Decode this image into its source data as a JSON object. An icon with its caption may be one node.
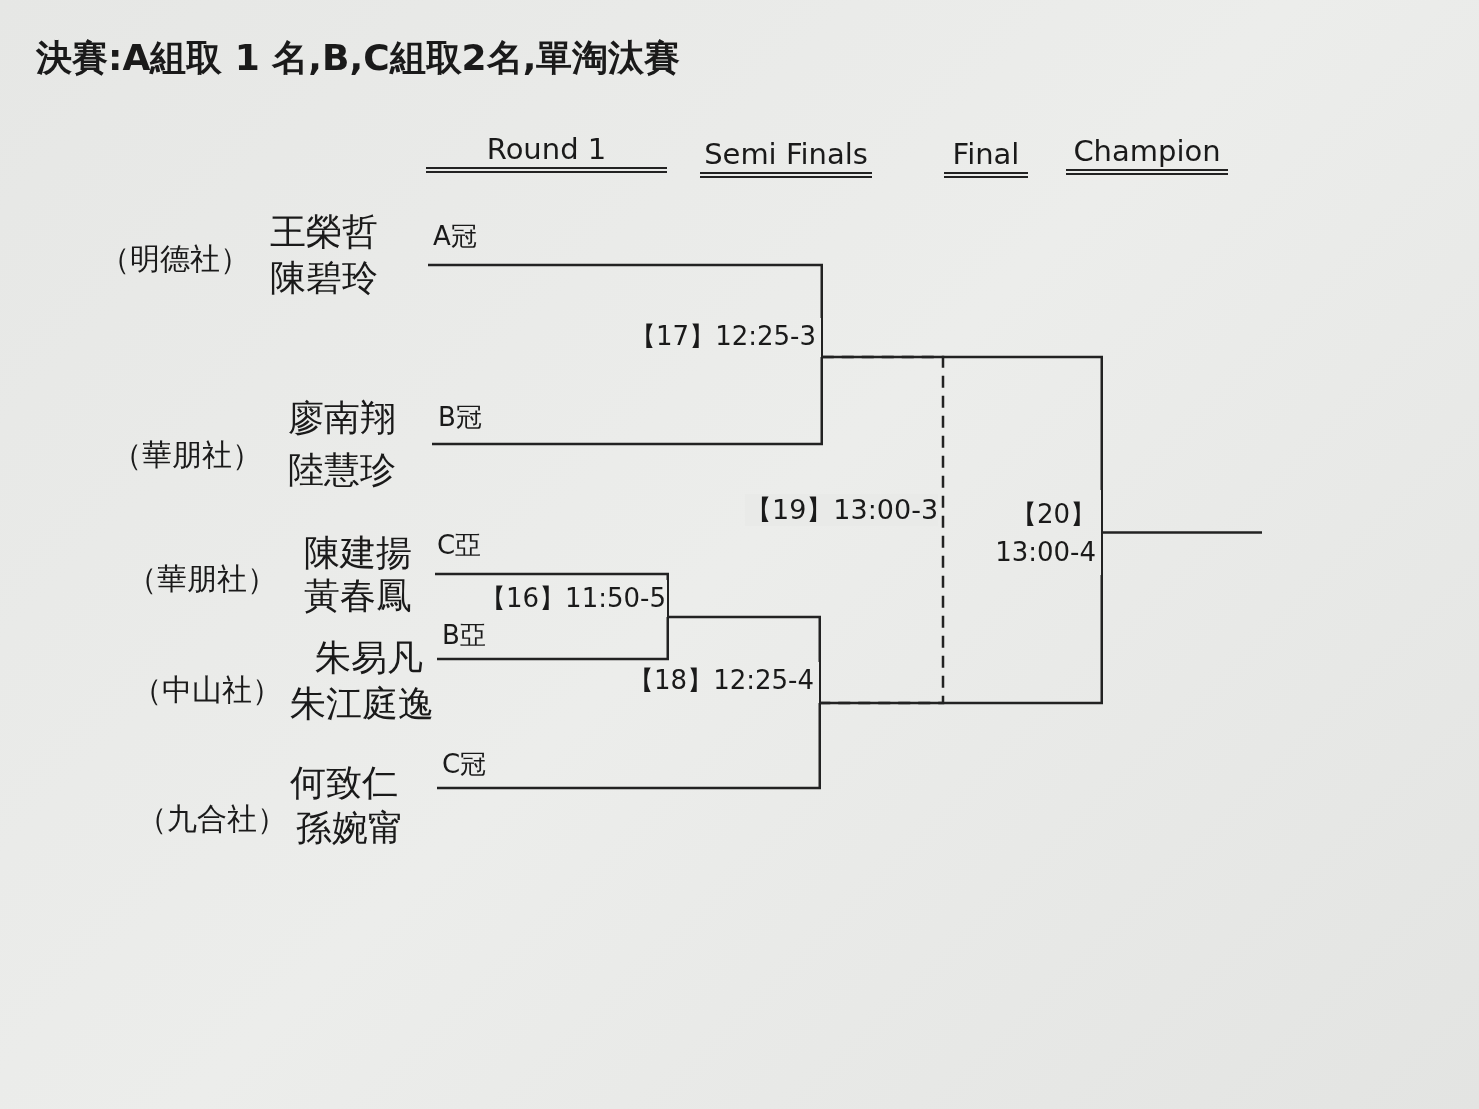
{
  "diagram": {
    "title": "決賽:A組取 1 名,B,C組取2名,單淘汰賽",
    "nodes": [
      {
        "text": [
          "（明德社）",
          "王榮哲",
          "陳碧玲"
        ],
        "beside": [
          "A冠"
        ]
      },
      {
        "text": [
          "（華朋社）",
          "廖南翔",
          "陸慧珍"
        ],
        "beside": [
          "B冠"
        ]
      },
      {
        "text": [
          "（華朋社）",
          "陳建揚",
          "黃春鳳"
        ],
        "beside": [
          "C亞"
        ]
      },
      {
        "text": [
          "（中山社）",
          "朱易凡",
          "朱江庭逸"
        ],
        "beside": [
          "B亞"
        ]
      },
      {
        "text": [
          "（九合社）",
          "何致仁",
          "孫婉甯"
        ],
        "beside": [
          "C冠"
        ]
      },
      {
        "text": [
          "【17】12:25-3"
        ]
      },
      {
        "text": [
          "【16】11:50-5"
        ]
      },
      {
        "text": [
          "【18】12:25-4"
        ]
      },
      {
        "text": [
          "【20】 13:00-4"
        ]
      }
    ],
    "edges": [
      {
        "from": 0,
        "to": 5,
        "arrow": "none"
      },
      {
        "from": 1,
        "to": 5,
        "arrow": "none"
      },
      {
        "from": 2,
        "to": 6,
        "arrow": "none"
      },
      {
        "from": 3,
        "to": 6,
        "arrow": "none"
      },
      {
        "from": 4,
        "to": 7,
        "arrow": "none"
      },
      {
        "from": 6,
        "to": 7,
        "arrow": "none"
      },
      {
        "from": 5,
        "to": 8,
        "arrow": "none"
      },
      {
        "from": 7,
        "to": 8,
        "arrow": "none"
      },
      {
        "from": 5,
        "to": 7,
        "arrow": "none",
        "style": "dashed",
        "label": "【19】13:00-3"
      },
      {
        "from": 8,
        "to": null,
        "arrow": "none"
      }
    ],
    "labels": [
      "Round 1",
      "Semi Finals",
      "Final",
      "Champion"
    ]
  }
}
